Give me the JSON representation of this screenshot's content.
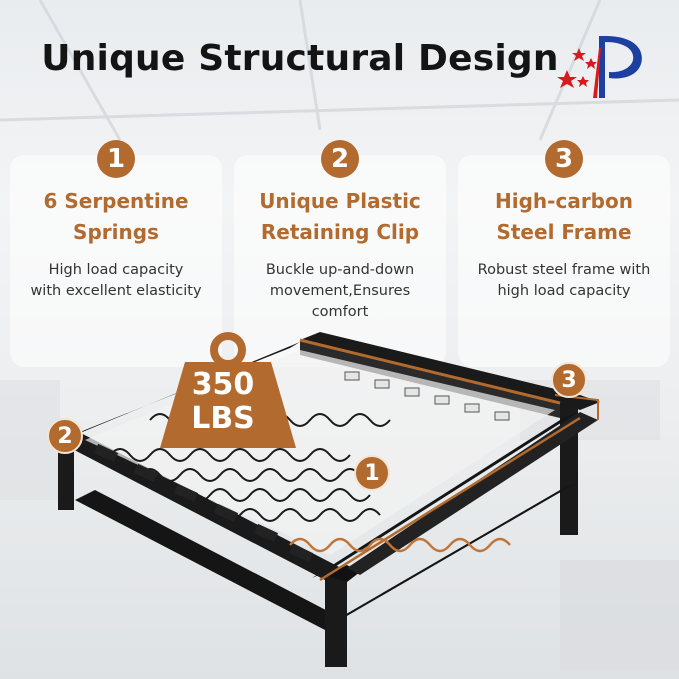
{
  "title": "Unique Structural Design",
  "features": [
    {
      "number": "1",
      "title_line1": "6 Serpentine",
      "title_line2": "Springs",
      "desc_line1": "High load capacity",
      "desc_line2": "with excellent elasticity",
      "desc_line3": ""
    },
    {
      "number": "2",
      "title_line1": "Unique Plastic",
      "title_line2": "Retaining Clip",
      "desc_line1": "Buckle up-and-down",
      "desc_line2": "movement,Ensures",
      "desc_line3": "comfort"
    },
    {
      "number": "3",
      "title_line1": "High-carbon",
      "title_line2": "Steel Frame",
      "desc_line1": "Robust steel frame with",
      "desc_line2": "high load capacity",
      "desc_line3": ""
    }
  ],
  "weight": {
    "value": "350",
    "unit": "LBS"
  },
  "markers": {
    "m1": "1",
    "m2": "2",
    "m3": "3"
  },
  "colors": {
    "accent": "#b26a2e",
    "text": "#141414",
    "frame": "#1a1a1a"
  }
}
